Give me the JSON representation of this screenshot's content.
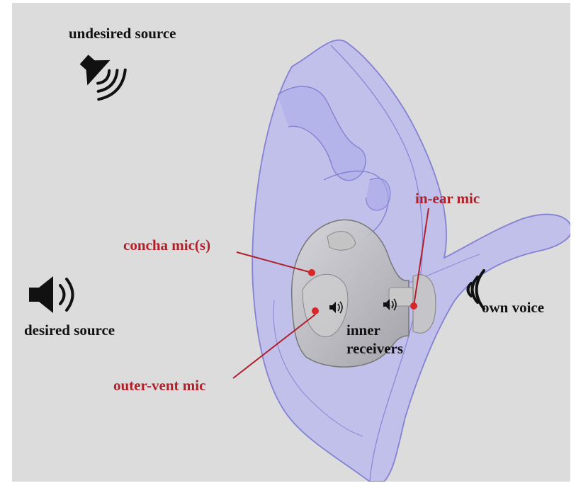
{
  "colors": {
    "background": "#dcdcdc",
    "ear_tissue": "#b9b8ee",
    "ear_outline": "#8481d2",
    "device": "#bcbcbc",
    "mic_marker": "#d8262b",
    "leader_line": "#b0202a",
    "label_red": "#b0202a",
    "label_black": "#111111"
  },
  "labels": {
    "undesired_source": "undesired source",
    "desired_source": "desired source",
    "own_voice": "own voice",
    "concha_mic": "concha mic(s)",
    "in_ear_mic": "in-ear mic",
    "outer_vent_mic": "outer-vent mic",
    "inner_receivers_line1": "inner",
    "inner_receivers_line2": "receivers"
  },
  "icons": {
    "undesired_source": "speaker-with-sound-waves-icon",
    "desired_source": "speaker-with-sound-waves-icon",
    "own_voice": "sound-waves-icon",
    "inner_receivers": "small-speaker-icon"
  }
}
